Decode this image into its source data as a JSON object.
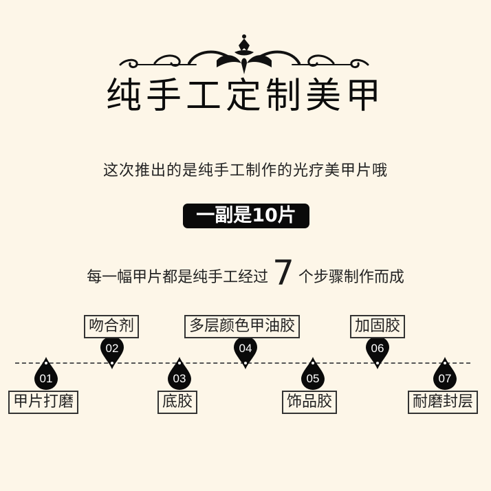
{
  "colors": {
    "background": "#fdf6e8",
    "text": "#111111",
    "badge_bg": "#0a0a0a",
    "badge_text": "#ffffff"
  },
  "header": {
    "ornament": "flourish-divider",
    "title": "纯手工定制美甲"
  },
  "subtitle": "这次推出的是纯手工制作的光疗美甲片哦",
  "badge": "一副是10片",
  "steps_sentence": {
    "before": "每一幅甲片都是纯手工经过",
    "number": "7",
    "after": "个步骤制作而成"
  },
  "steps": [
    {
      "num": "01",
      "label": "甲片打磨",
      "position": "below"
    },
    {
      "num": "02",
      "label": "吻合剂",
      "position": "above"
    },
    {
      "num": "03",
      "label": "底胶",
      "position": "below"
    },
    {
      "num": "04",
      "label": "多层颜色甲油胶",
      "position": "above"
    },
    {
      "num": "05",
      "label": "饰品胶",
      "position": "below"
    },
    {
      "num": "06",
      "label": "加固胶",
      "position": "above"
    },
    {
      "num": "07",
      "label": "耐磨封层",
      "position": "below"
    }
  ]
}
